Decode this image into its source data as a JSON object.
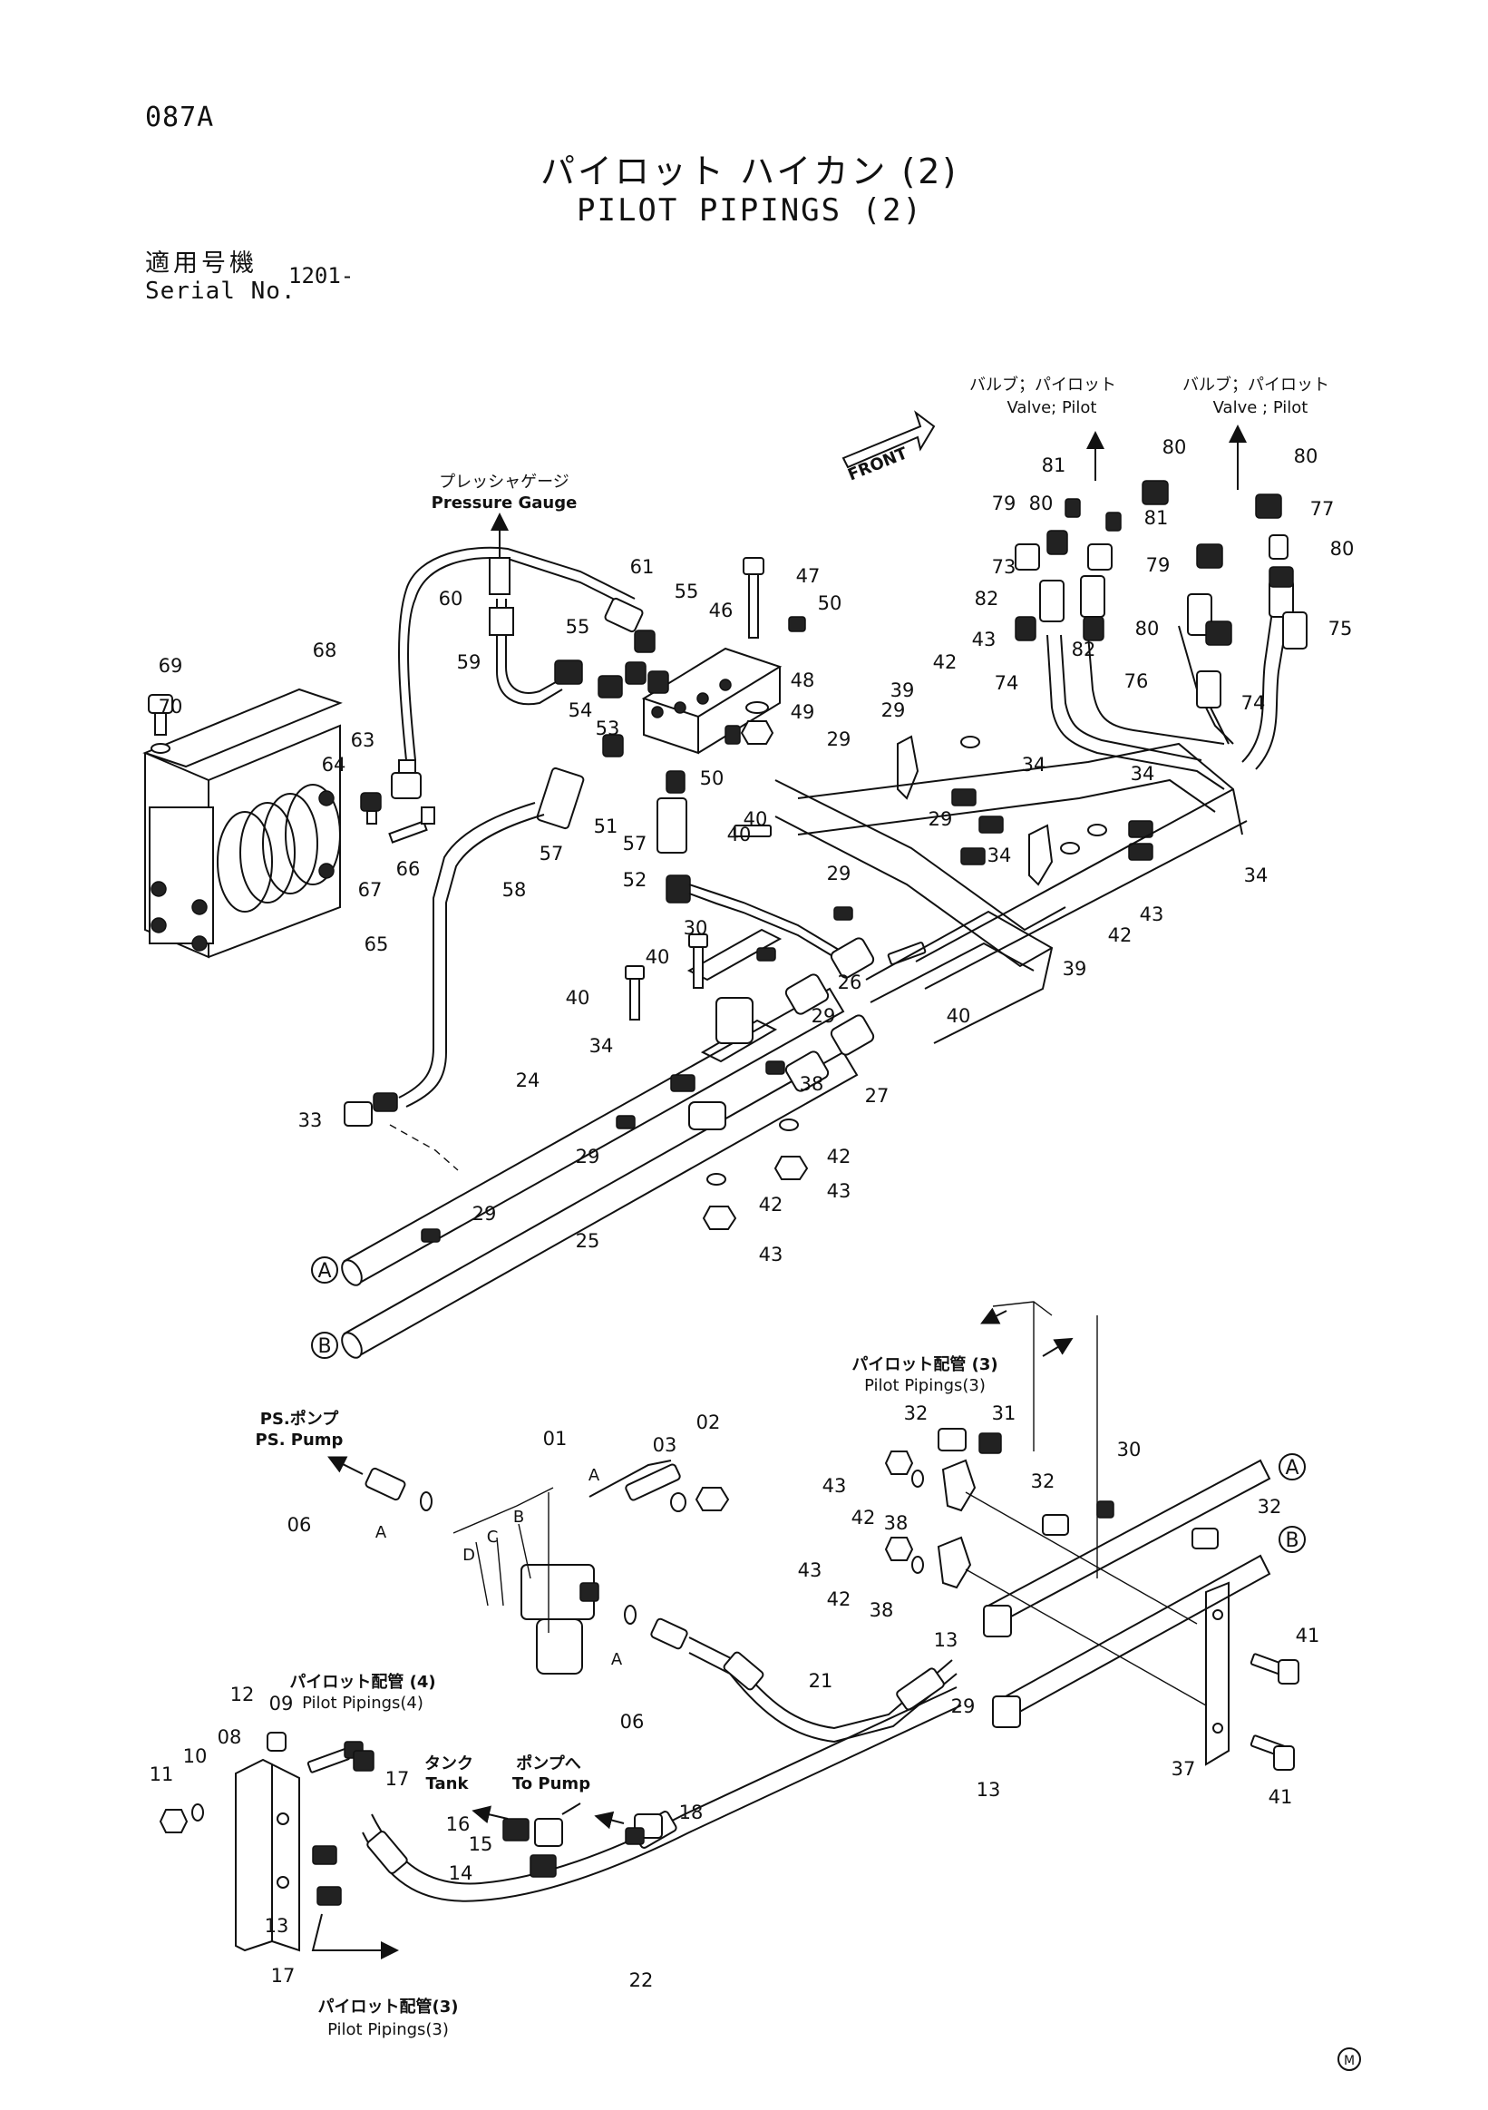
{
  "header": {
    "page_code": "087A",
    "title_jp": "パイロット ハイカン (2)",
    "title_en": "PILOT PIPINGS (2)",
    "serial_label_jp": "適用号機",
    "serial_label_en": "Serial No.",
    "serial_value": "1201-"
  },
  "captions": {
    "pressure_gauge_jp": "プレッシャゲージ",
    "pressure_gauge_en": "Pressure Gauge",
    "front": "FRONT",
    "valve_pilot_jp": "バルブ；パイロット",
    "valve_pilot_en_1": "Valve; Pilot",
    "valve_pilot_en_2": "Valve ; Pilot",
    "pilot_pipings3_jp": "パイロット配管 (3)",
    "pilot_pipings3_en": "Pilot Pipings(3)",
    "pilot_pipings4_jp": "パイロット配管 (4)",
    "pilot_pipings4_en": "Pilot Pipings(4)",
    "pilot_pipings3b_jp": "パイロット配管(3)",
    "pilot_pipings3b_en": "Pilot Pipings(3)",
    "ps_pump_jp": "PS.ポンプ",
    "ps_pump_en": "PS. Pump",
    "tank_jp": "タンク",
    "tank_en": "Tank",
    "to_pump_jp": "ポンプへ",
    "to_pump_en": "To Pump",
    "mark": "M"
  },
  "refs": {
    "A": "A",
    "B": "B",
    "C": "C",
    "D": "D"
  },
  "parts": {
    "p01": "01",
    "p02": "02",
    "p03": "03",
    "p06": "06",
    "p08": "08",
    "p09": "09",
    "p10": "10",
    "p11": "11",
    "p12": "12",
    "p13": "13",
    "p14": "14",
    "p15": "15",
    "p16": "16",
    "p17": "17",
    "p18": "18",
    "p21": "21",
    "p22": "22",
    "p24": "24",
    "p25": "25",
    "p26": "26",
    "p27": "27",
    "p29": "29",
    "p30": "30",
    "p31": "31",
    "p32": "32",
    "p33": "33",
    "p34": "34",
    "p37": "37",
    "p38": "38",
    "p39": "39",
    "p40": "40",
    "p41": "41",
    "p42": "42",
    "p43": "43",
    "p46": "46",
    "p47": "47",
    "p48": "48",
    "p49": "49",
    "p50": "50",
    "p51": "51",
    "p52": "52",
    "p53": "53",
    "p54": "54",
    "p55": "55",
    "p57": "57",
    "p58": "58",
    "p59": "59",
    "p60": "60",
    "p61": "61",
    "p63": "63",
    "p64": "64",
    "p65": "65",
    "p66": "66",
    "p67": "67",
    "p68": "68",
    "p69": "69",
    "p70": "70",
    "p73": "73",
    "p74": "74",
    "p75": "75",
    "p76": "76",
    "p77": "77",
    "p79": "79",
    "p80": "80",
    "p81": "81",
    "p82": "82"
  }
}
